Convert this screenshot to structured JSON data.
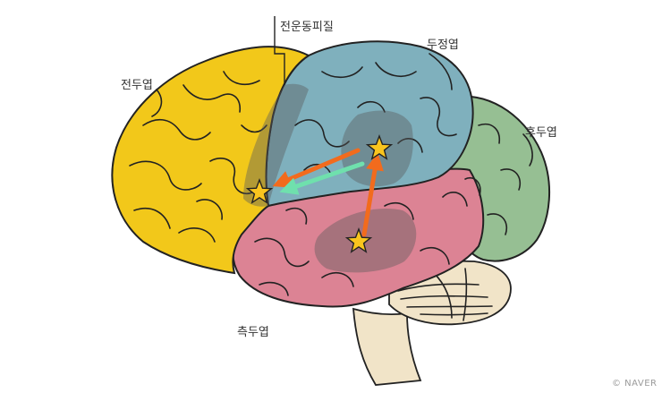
{
  "labels": {
    "motor_cortex": "전운동피질",
    "parietal": "두정엽",
    "frontal": "전두엽",
    "occipital": "후두엽",
    "temporal": "측두엽"
  },
  "credit": "© NAVER",
  "colors": {
    "frontal": "#f2c81a",
    "parietal": "#7fb0bd",
    "occipital": "#96bf93",
    "temporal": "#dc8394",
    "cerebellum": "#f1e4c8",
    "brainstem": "#f1e4c8",
    "highlight_zone": "#5a5a5a",
    "arrow_orange": "#f26b1d",
    "arrow_green": "#6fe0ad",
    "star": "#f9c51e",
    "outline": "#222222"
  },
  "icons": [
    "star-icon",
    "arrow"
  ]
}
